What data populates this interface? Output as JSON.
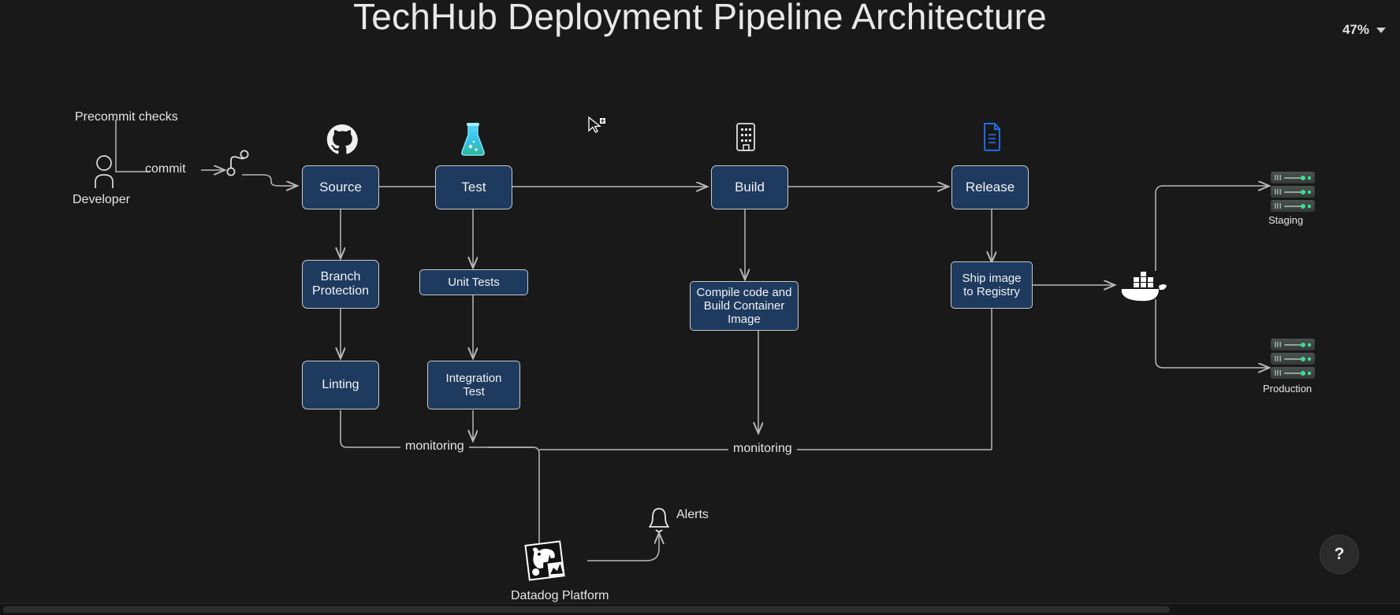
{
  "app": {
    "background_color": "#191919",
    "node_fill_color": "#1e3a5f",
    "node_border_color": "#c9c9c9",
    "wire_color": "#b9b9b9"
  },
  "header": {
    "title": "TechHub Deployment Pipeline Architecture",
    "zoom_level": "47%",
    "zoom_caret_icon": "chevron-down-icon"
  },
  "diagram": {
    "type": "flowchart",
    "actors": [
      {
        "id": "developer",
        "label": "Developer",
        "icon": "person-icon"
      }
    ],
    "annotations": [
      {
        "id": "precommit",
        "label": "Precommit checks"
      },
      {
        "id": "commit",
        "label": "commit"
      },
      {
        "id": "monitoring_left",
        "label": "monitoring"
      },
      {
        "id": "monitoring_right",
        "label": "monitoring"
      }
    ],
    "stages": [
      {
        "id": "source",
        "label": "Source",
        "icon": "github-icon"
      },
      {
        "id": "test",
        "label": "Test",
        "icon": "test-tube-icon"
      },
      {
        "id": "build",
        "label": "Build",
        "icon": "building-icon"
      },
      {
        "id": "release",
        "label": "Release",
        "icon": "document-icon"
      }
    ],
    "steps": [
      {
        "id": "branch-protection",
        "label": "Branch\nProtection"
      },
      {
        "id": "linting",
        "label": "Linting"
      },
      {
        "id": "unit-tests",
        "label": "Unit Tests"
      },
      {
        "id": "integration-test",
        "label": "Integration\nTest"
      },
      {
        "id": "compile-build",
        "label": "Compile code and\nBuild Container\nImage"
      },
      {
        "id": "ship-image",
        "label": "Ship image\nto Registry"
      }
    ],
    "platforms": [
      {
        "id": "docker",
        "label": "",
        "icon": "docker-icon"
      },
      {
        "id": "datadog",
        "label": "Datadog Platform",
        "icon": "datadog-icon"
      },
      {
        "id": "alerts",
        "label": "Alerts",
        "icon": "bell-icon"
      }
    ],
    "environments": [
      {
        "id": "staging",
        "label": "Staging",
        "icon": "server-stack-icon"
      },
      {
        "id": "production",
        "label": "Production",
        "icon": "server-stack-icon"
      }
    ],
    "git_icon": "git-branch-icon"
  },
  "controls": {
    "help_label": "?",
    "help_icon": "question-mark-icon"
  }
}
